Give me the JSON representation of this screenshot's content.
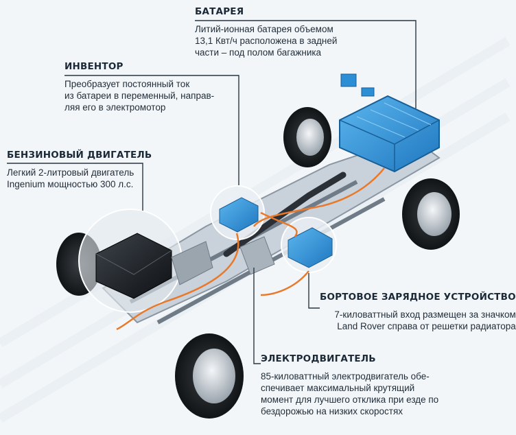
{
  "callouts": {
    "battery": {
      "title": "БАТАРЕЯ",
      "lines": [
        "Литий-ионная батарея объемом",
        "13,1 Квт/ч расположена в задней",
        "части – под полом багажника"
      ]
    },
    "inverter": {
      "title": "ИНВЕНТОР",
      "lines": [
        "Преобразует постоянный ток",
        "из батареи в переменный, направ-",
        "ляя его в электромотор"
      ]
    },
    "engine": {
      "title": "БЕНЗИНОВЫЙ ДВИГАТЕЛЬ",
      "lines": [
        "Легкий 2-литровый двигатель",
        "Ingenium мощностью 300 л.с."
      ]
    },
    "charger": {
      "title": "БОРТОВОЕ ЗАРЯДНОЕ УСТРОЙСТВО",
      "lines": [
        "7-киловаттный вход размещен за значком",
        "Land Rover справа от решетки радиатора"
      ]
    },
    "motor": {
      "title": "ЭЛЕКТРОДВИГАТЕЛЬ",
      "lines": [
        "85-киловаттный электродвигатель обе-",
        "спечивает максимальный крутящий",
        "момент для лучшего отклика при езде по",
        "бездорожью на низких скоростях"
      ]
    }
  },
  "colors": {
    "leader_line": "#2a3440",
    "battery_blue": "#2c8fd6",
    "cable_orange": "#e8792a",
    "chassis_grey": "#8a96a2"
  }
}
